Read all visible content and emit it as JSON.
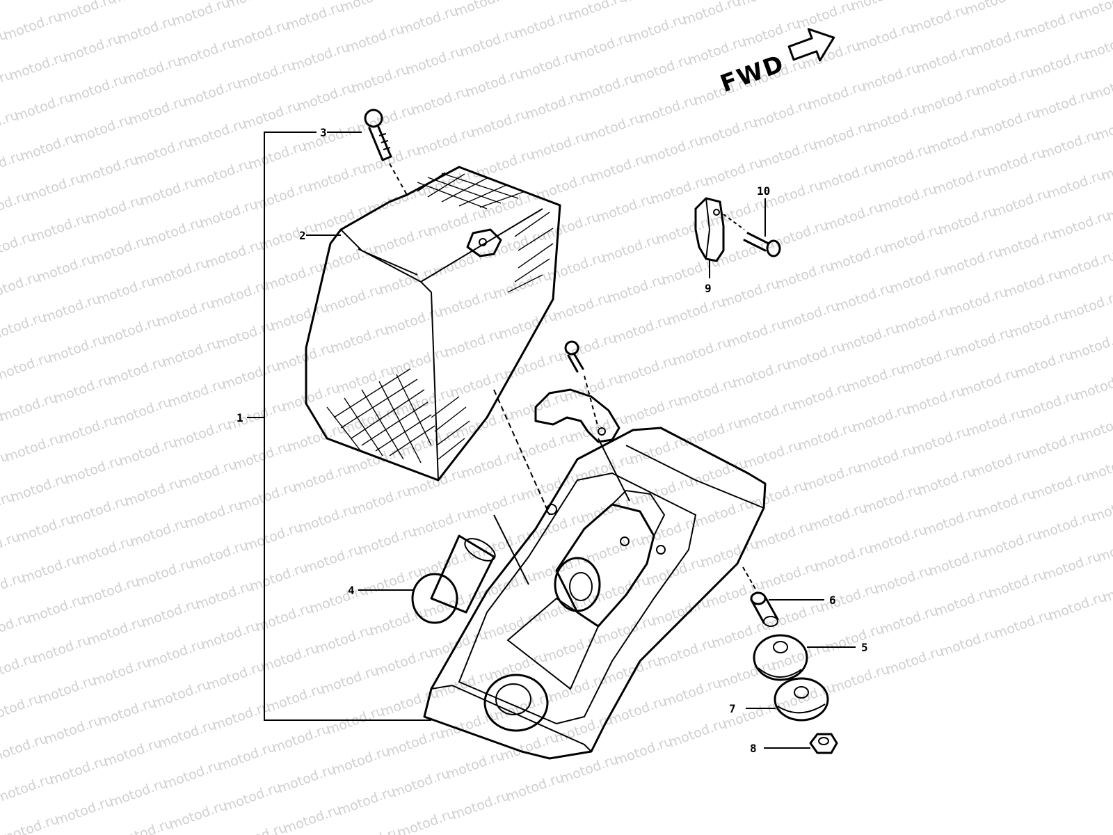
{
  "watermark": "motod.ru",
  "direction_label": "FWD",
  "callouts": [
    {
      "id": "1",
      "text": "1"
    },
    {
      "id": "2",
      "text": "2"
    },
    {
      "id": "3",
      "text": "3"
    },
    {
      "id": "4",
      "text": "4"
    },
    {
      "id": "5",
      "text": "5"
    },
    {
      "id": "6",
      "text": "6"
    },
    {
      "id": "7",
      "text": "7"
    },
    {
      "id": "8",
      "text": "8"
    },
    {
      "id": "9",
      "text": "9"
    },
    {
      "id": "10",
      "text": "10"
    }
  ]
}
